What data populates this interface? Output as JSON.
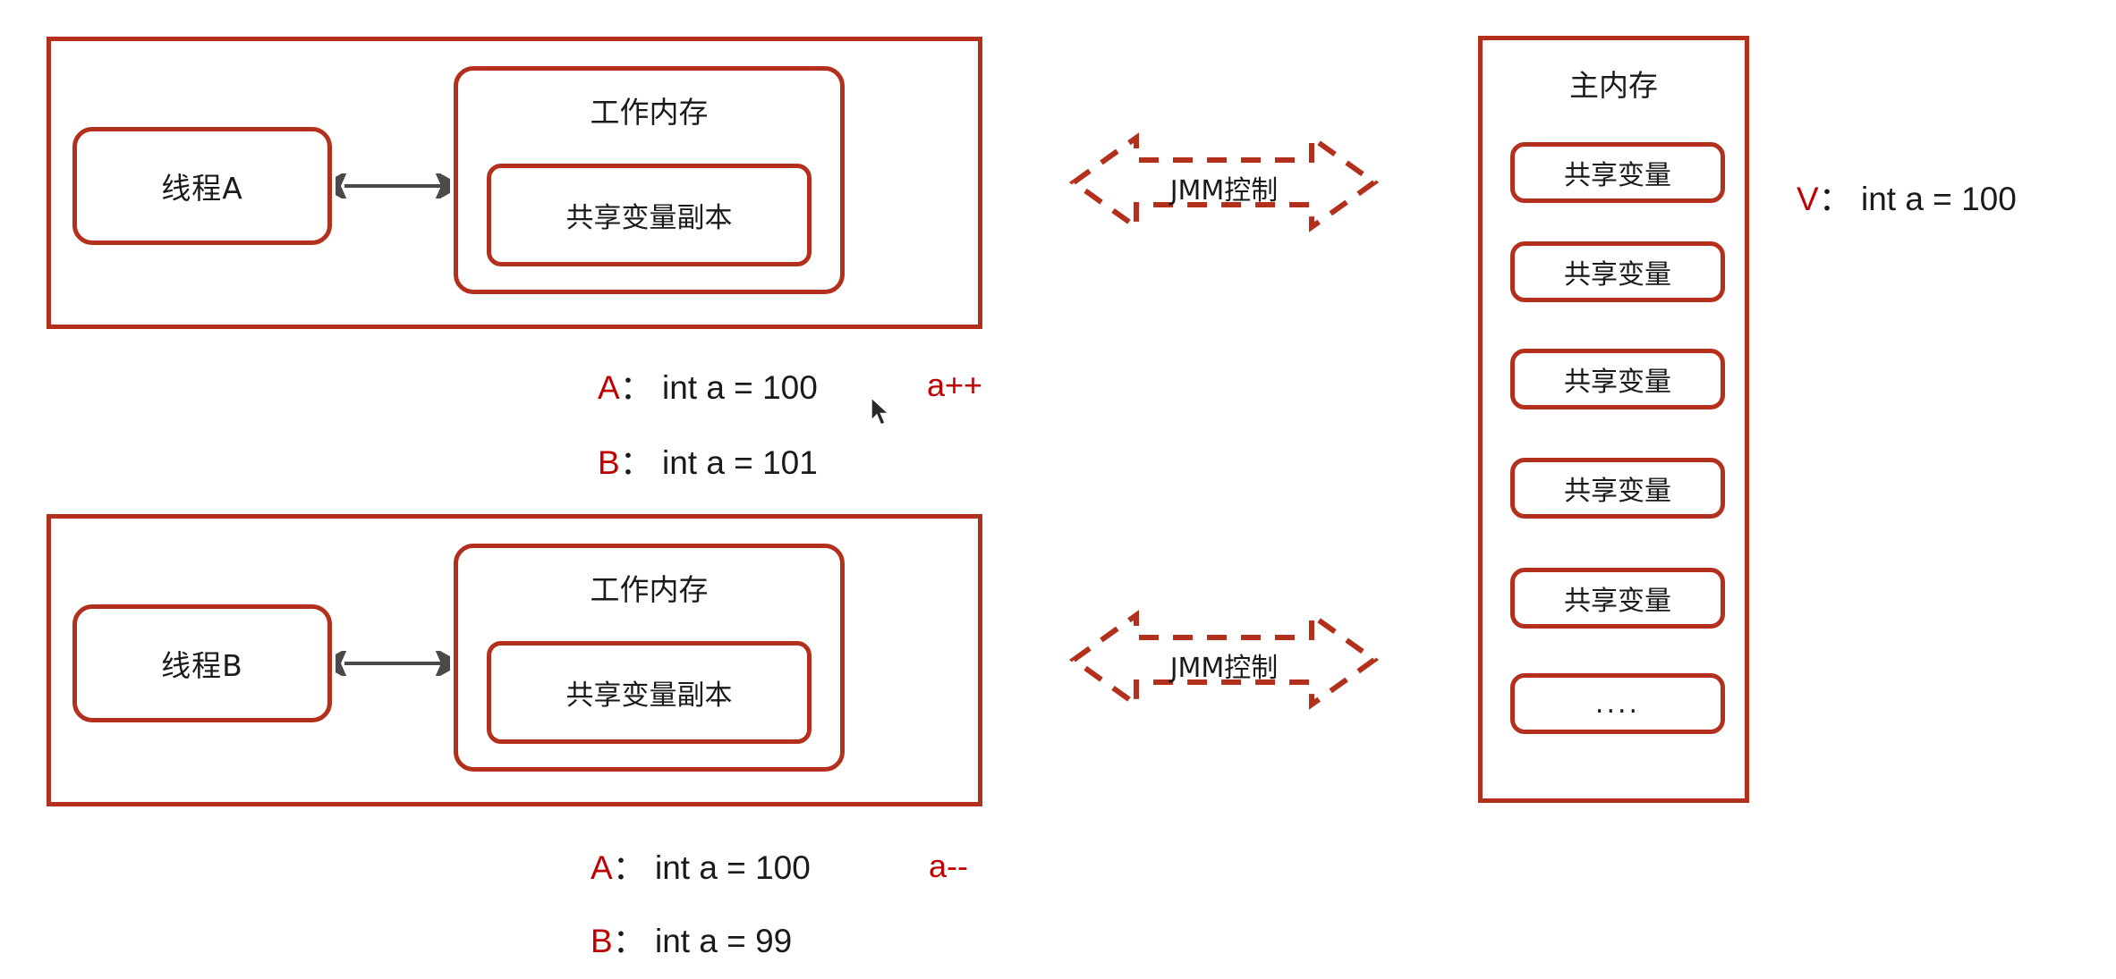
{
  "colors": {
    "box_border_red": "#b3301d",
    "accent_red": "#c00000",
    "arrow_gray": "#4a4a4a",
    "text": "#1a1a1a",
    "background": "#ffffff"
  },
  "threads": [
    {
      "id": "thread-a",
      "thread_label": "线程A",
      "working_memory_title": "工作内存",
      "shared_copy_label": "共享变量副本",
      "jmm_label": "JMM控制",
      "equations": [
        {
          "key": "A",
          "separator": "：",
          "expr": "int a = 100"
        },
        {
          "key": "B",
          "separator": "：",
          "expr": "int a = 101"
        }
      ],
      "operation": "a++"
    },
    {
      "id": "thread-b",
      "thread_label": "线程B",
      "working_memory_title": "工作内存",
      "shared_copy_label": "共享变量副本",
      "jmm_label": "JMM控制",
      "equations": [
        {
          "key": "A",
          "separator": "：",
          "expr": "int a = 100"
        },
        {
          "key": "B",
          "separator": "：",
          "expr": "int a = 99"
        }
      ],
      "operation": "a--"
    }
  ],
  "main_memory": {
    "title": "主内存",
    "variables": [
      {
        "label": "共享变量"
      },
      {
        "label": "共享变量"
      },
      {
        "label": "共享变量"
      },
      {
        "label": "共享变量"
      },
      {
        "label": "共享变量"
      },
      {
        "label": "...."
      }
    ]
  },
  "main_memory_note": {
    "key": "V",
    "separator": "：",
    "expr": "int a = 100"
  }
}
